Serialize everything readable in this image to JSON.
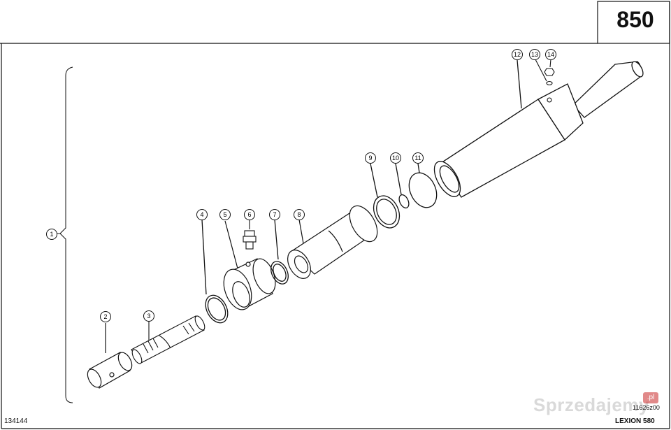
{
  "page_number": "850",
  "drawing_ref": "134144",
  "diagram_ref": "11626z00",
  "model": "LEXION 580",
  "watermark": "Sprzedajemy",
  "watermark_badge": ".pl",
  "callouts": [
    "1",
    "2",
    "3",
    "4",
    "5",
    "6",
    "7",
    "8",
    "9",
    "10",
    "11",
    "12",
    "13",
    "14"
  ]
}
